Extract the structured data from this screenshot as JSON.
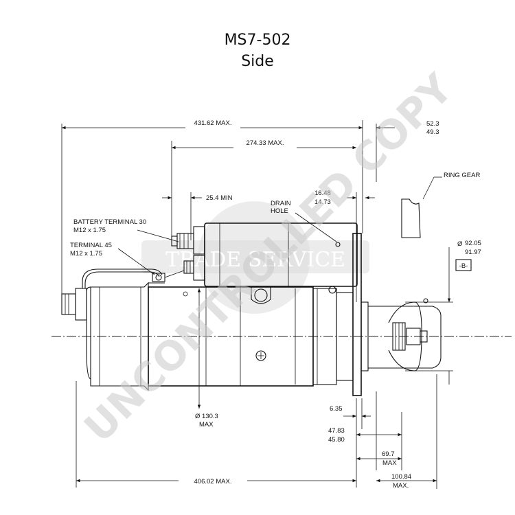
{
  "header": {
    "title": "MS7-502",
    "subtitle": "Side"
  },
  "dimensions": {
    "overall_max": "431.62 MAX.",
    "solenoid_max": "274.33 MAX.",
    "min_25_4": "25.4 MIN",
    "offset_upper": "52.3",
    "offset_lower": "49.3",
    "drain_upper": "16.48",
    "drain_lower": "14.73",
    "pilot_diameter_upper": "92.05",
    "pilot_diameter_lower": "91.97",
    "pilot_symbol": "Ø",
    "datum_label": "-B-",
    "flange_thickness": "6.35",
    "mount_upper": "47.83",
    "mount_lower": "45.80",
    "nose_69_7": "69.7",
    "nose_69_7_suffix": "MAX",
    "nose_100_84": "100.84",
    "nose_100_84_suffix": "MAX.",
    "body_length_max": "406.02 MAX.",
    "housing_diameter": "Ø 130.3",
    "housing_diameter_suffix": "MAX"
  },
  "labels": {
    "ring_gear": "RING GEAR",
    "drain_line1": "DRAIN",
    "drain_line2": "HOLE",
    "battery_terminal_line1": "BATTERY TERMINAL 30",
    "battery_terminal_line2": "M12 x 1.75",
    "terminal45_line1": "TERMINAL 45",
    "terminal45_line2": "M12 x 1.75"
  },
  "watermarks": {
    "diagonal": "UNCONTROLLED COPY",
    "seal": "TRADE SERVICE"
  }
}
